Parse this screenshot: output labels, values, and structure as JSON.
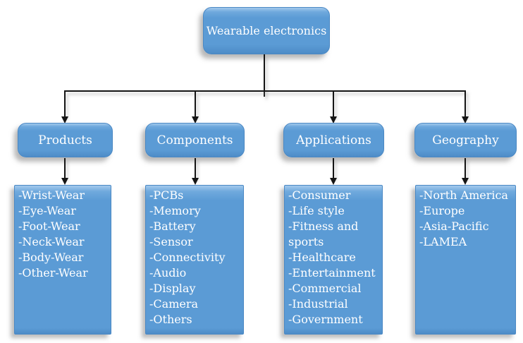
{
  "root": {
    "label": "Wearable electronics"
  },
  "branches": [
    {
      "label": "Products",
      "items": [
        "-Wrist-Wear",
        "-Eye-Wear",
        "-Foot-Wear",
        "-Neck-Wear",
        "-Body-Wear",
        "-Other-Wear"
      ]
    },
    {
      "label": "Components",
      "items": [
        "-PCBs",
        "-Memory",
        "-Battery",
        "-Sensor",
        "-Connectivity",
        "-Audio",
        "-Display",
        "-Camera",
        "-Others"
      ]
    },
    {
      "label": "Applications",
      "items": [
        "-Consumer",
        "-Life style",
        "-Fitness and sports",
        "-Healthcare",
        "-Entertainment",
        "-Commercial",
        "-Industrial",
        "-Government"
      ]
    },
    {
      "label": "Geography",
      "items": [
        "-North America",
        "-Europe",
        "-Asia-Pacific",
        "-LAMEA"
      ]
    }
  ],
  "colors": {
    "node_fill": "#5B9BD5",
    "node_highlight": "#A3C9EC",
    "node_border": "#4A88C4",
    "text": "#FFFFFF",
    "connector": "#151515",
    "shadow": "#9E9E9E",
    "background": "#FFFFFF"
  }
}
